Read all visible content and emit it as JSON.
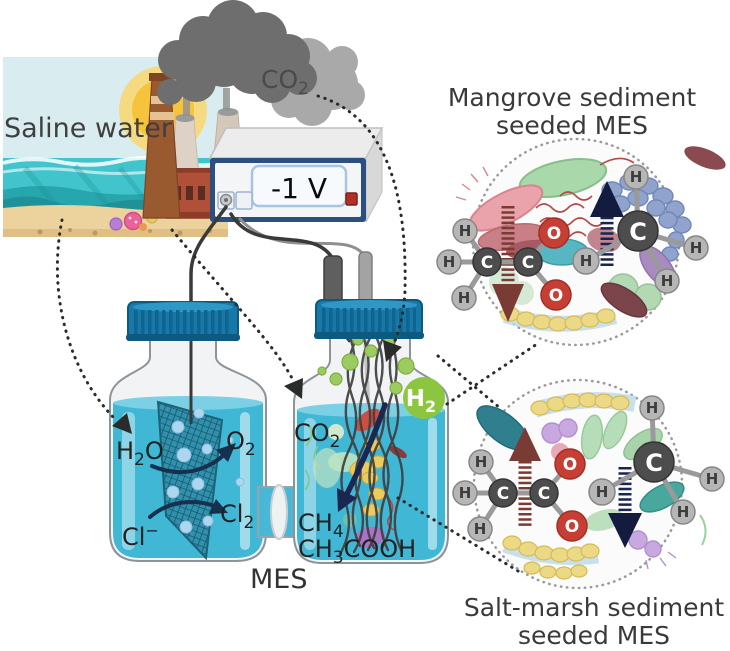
{
  "scene": {
    "saline_water": "Saline water",
    "co2_cloud": {
      "t1": "CO",
      "sub": "2"
    }
  },
  "power_supply": {
    "voltage": "-1 V"
  },
  "anode_chamber": {
    "h2o": {
      "t1": "H",
      "sub": "2",
      "t2": "O"
    },
    "o2": {
      "t1": "O",
      "sub": "2"
    },
    "cl_minus": {
      "t1": "Cl",
      "sup": "−"
    },
    "cl2": {
      "t1": "Cl",
      "sub": "2"
    }
  },
  "cathode_chamber": {
    "co2": {
      "t1": "CO",
      "sub": "2"
    },
    "h2": {
      "t1": "H",
      "sub": "2"
    },
    "ch4": {
      "t1": "CH",
      "sub": "4"
    },
    "acetic_acid": {
      "t1": "CH",
      "sub": "3",
      "t2": "COOH"
    },
    "mes": "MES"
  },
  "mangrove": {
    "title_line1": "Mangrove sediment",
    "title_line2": "seeded MES"
  },
  "saltmarsh": {
    "title_line1": "Salt-marsh sediment",
    "title_line2": "seeded MES"
  },
  "atoms": {
    "carbon": "C",
    "hydrogen": "H",
    "oxygen": "O"
  },
  "colors": {
    "bottle_cap_blue": "#1878a8",
    "liquid_blue": "#41b7d6",
    "glass_gray": "#f1f3f4",
    "h2_badge_green": "#8cc63f",
    "navy_arrow": "#1a2450",
    "maroon_arrow": "#7a3b35",
    "oxygen_red": "#c63f35",
    "carbon_gray": "#4d4d4d",
    "hydrogen_gray": "#b6b6b6",
    "power_frame_blue": "#2b4f7e",
    "smoke_dark": "#6e6e6e",
    "smoke_light": "#a9a9a9"
  }
}
